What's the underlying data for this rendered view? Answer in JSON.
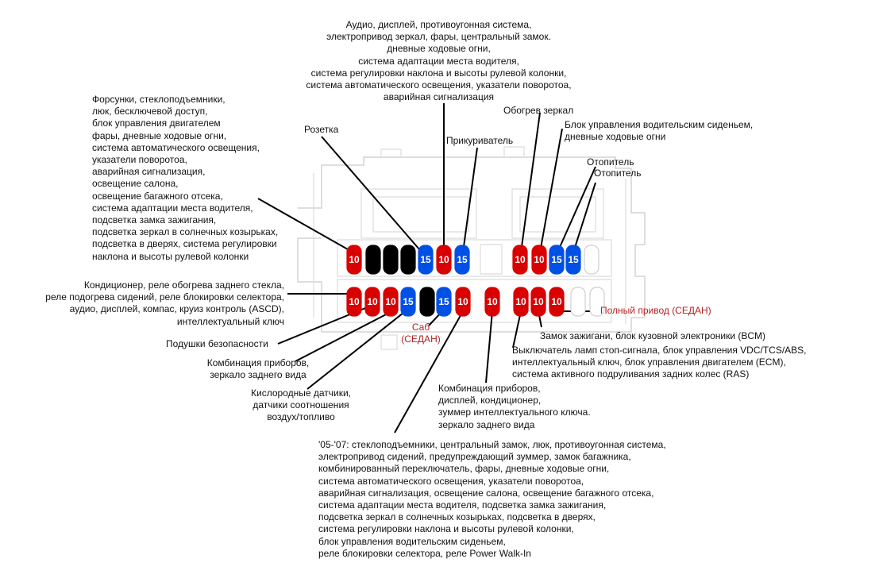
{
  "colors": {
    "red": "#d90000",
    "blue": "#0050e6",
    "black": "#000000",
    "empty": "#ffffff",
    "label_red": "#b51f1f"
  },
  "fuses": {
    "top": [
      {
        "value": "10",
        "color": "red"
      },
      {
        "value": "",
        "color": "black"
      },
      {
        "value": "",
        "color": "black"
      },
      {
        "value": "",
        "color": "black"
      },
      {
        "value": "15",
        "color": "blue"
      },
      {
        "value": "10",
        "color": "red"
      },
      {
        "value": "15",
        "color": "blue"
      },
      {
        "value": "10",
        "color": "red"
      },
      {
        "value": "10",
        "color": "red"
      },
      {
        "value": "15",
        "color": "blue"
      },
      {
        "value": "15",
        "color": "blue"
      },
      {
        "value": "",
        "color": "empty"
      }
    ],
    "bottom": [
      {
        "value": "10",
        "color": "red"
      },
      {
        "value": "10",
        "color": "red"
      },
      {
        "value": "10",
        "color": "red"
      },
      {
        "value": "15",
        "color": "blue"
      },
      {
        "value": "",
        "color": "black"
      },
      {
        "value": "15",
        "color": "blue"
      },
      {
        "value": "10",
        "color": "red"
      },
      {
        "value": "10",
        "color": "red"
      },
      {
        "value": "10",
        "color": "red"
      },
      {
        "value": "10",
        "color": "red"
      },
      {
        "value": "10",
        "color": "red"
      },
      {
        "value": "",
        "color": "empty"
      },
      {
        "value": "",
        "color": "empty"
      }
    ]
  },
  "labels": {
    "audio": [
      "Аудио, дисплей, противоугонная система,",
      "электропривод зеркал, фары, центральный замок.",
      "дневные ходовые огни,",
      "система адаптации места водителя,",
      "система регулировки наклона и высоты рулевой колонки,",
      "система автоматического освещения, указатели поворотоа,",
      "аварийная сигнализация"
    ],
    "injectors": [
      "Форсунки, стеклоподъемники,",
      "люк, бесключевой доступ,",
      "блок управления двигателем",
      "фары, дневные ходовые огни,",
      "система автоматического освещения,",
      "указатели поворотоа,",
      "аварийная сигнализация,",
      "освещение салона,",
      "освещение багажного отсека,",
      "система адаптации места водителя,",
      "подсветка замка зажигания,",
      "подсветка зеркал в солнечных козырьках,",
      "подсветка в дверях, система регулировки",
      "наклона и высоты рулевой колонки"
    ],
    "socket": [
      "Розетка"
    ],
    "lighter": [
      "Прикуриватель"
    ],
    "mirror_heat": [
      "Обогрев зеркал"
    ],
    "driver_seat": [
      "Блок управления водительским сиденьем,",
      "дневные ходовые огни"
    ],
    "heater1": [
      "Отопитель"
    ],
    "heater2": [
      "Отопитель"
    ],
    "ac": [
      "Кондиционер, реле обогрева заднего стекла,",
      "реле подогрева сидений, реле блокировки селектора,",
      "аудио, дисплей, компас, круиз контроль (ASCD),",
      "интеллектуальный ключ"
    ],
    "airbags": [
      "Подушки безопасности"
    ],
    "cluster_mirror": [
      "Комбинация приборов,",
      "зеркало заднего вида"
    ],
    "oxygen": [
      "Кислородные датчики,",
      "датчики соотношения",
      "воздух/топливо"
    ],
    "sub": [
      "Саб",
      "(СЕДАН)"
    ],
    "awd": [
      "Полный привод (СЕДАН)"
    ],
    "ignition": [
      "Замок зажигани, блок кузовной электроники (BCM)"
    ],
    "brake": [
      "Выключатель ламп стоп-сигнала, блок управления VDC/TCS/ABS,",
      "интеллектуальный ключ, блок управления двигателем (ECM),",
      "система активного подруливания задних колес (RAS)"
    ],
    "cluster2": [
      "Комбинация приборов,",
      "дисплей, кондиционер,",
      "зуммер интеллектуального ключа.",
      "зеркало заднего вида"
    ],
    "windows0507": [
      "'05-'07: стеклоподъемники, центральный замок, люк, противоугонная система,",
      "электропривод сидений, предупреждающий зуммер, замок багажника,",
      "комбинированный переключатель, фары, дневные ходовые огни,",
      "система автоматического освещения, указатели поворотоа,",
      "аварийная сигнализация, освещение салона, освещение багажного отсека,",
      "система адаптации места водителя, подсветка замка зажигания,",
      "подсветка зеркал в солнечных козырьках, подсветка в дверях,",
      "система регулировки наклона и высоты рулевой колонки,",
      "блок управления водительским сиденьем,",
      "реле блокировки селектора, реле Power Walk-In"
    ]
  }
}
